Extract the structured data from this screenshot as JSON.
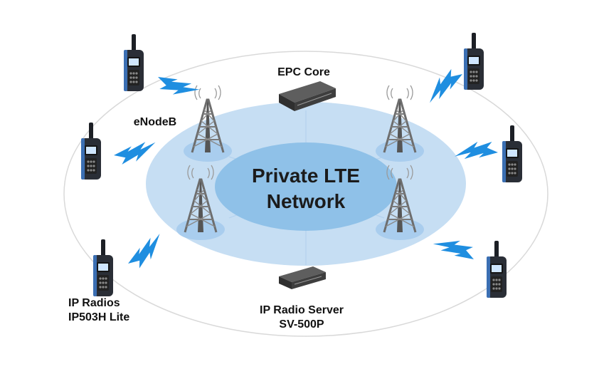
{
  "diagram": {
    "center": {
      "line1": "Private LTE",
      "line2": "Network"
    },
    "labels": {
      "epc_core": "EPC Core",
      "enodeb": "eNodeB",
      "radios_line1": "IP Radios",
      "radios_line2": "IP503H Lite",
      "server_line1": "IP Radio Server",
      "server_line2": "SV-500P"
    },
    "colors": {
      "outer_ring": "#d9d9d9",
      "mid_ellipse": "#c6def3",
      "inner_ellipse": "#8fc1e8",
      "node_disc": "#a9cdee",
      "lightning": "#1f8ee0",
      "tower": "#6a6a6a",
      "radio_body": "#2a2e36",
      "radio_accent": "#3b6fb3",
      "device_body": "#3a3a3a"
    },
    "icons": {
      "tower": "cell-tower-icon",
      "radio": "handheld-radio-icon",
      "lightning": "lightning-bolt-icon",
      "server": "rack-server-icon"
    }
  }
}
